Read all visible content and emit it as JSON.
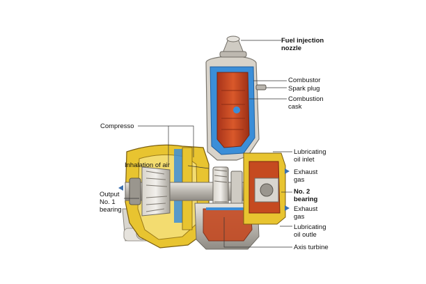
{
  "labels": {
    "fuel_injection_nozzle": "Fuel injection\nnozzle",
    "combustor": "Combustor",
    "spark_plug": "Spark plug",
    "combustion_cask": "Combustion\ncask",
    "compressor": "Compresso",
    "lubricating_oil_inlet": "Lubricating\noil inlet",
    "inhalation_of_air": "Inhalation of air",
    "exhaust_gas_1": "Exhaust\ngas",
    "no2_bearing": "No. 2\nbearing",
    "output_no1_bearing": "Output\nNo. 1\nbearing",
    "exhaust_gas_2": "Exhaust\ngas",
    "lubricating_oil_outlet": "Lubricating\noil outle",
    "axis_turbine": "Axis turbine"
  },
  "icons": {
    "flow_arrow": "blue-arrow-icon"
  },
  "colors": {
    "casing_yellow": "#e8c430",
    "combustor_red": "#c8471d",
    "cooling_blue": "#3b8ed8",
    "metal_grey": "#b8b4ad",
    "arrow_blue": "#3a6fb0"
  }
}
